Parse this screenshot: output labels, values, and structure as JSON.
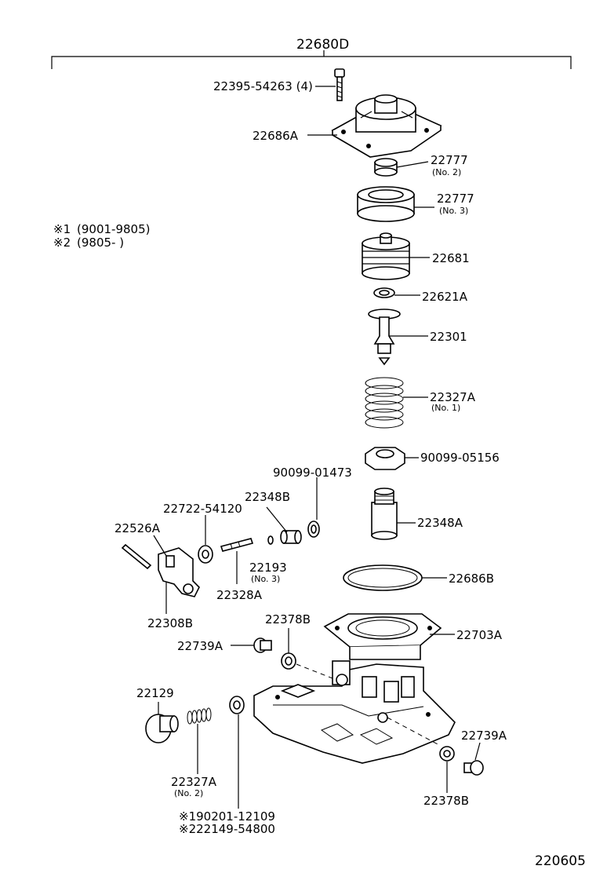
{
  "diagram": {
    "assembly_number": "22680D",
    "figure_number": "220605",
    "legend": [
      {
        "mark": "※1",
        "text": "(9001-9805)"
      },
      {
        "mark": "※2",
        "text": "(9805-       )"
      }
    ],
    "parts": [
      {
        "id": "p01",
        "number": "22395-54263 (4)",
        "note": ""
      },
      {
        "id": "p02",
        "number": "22686A",
        "note": ""
      },
      {
        "id": "p03",
        "number": "22777",
        "note": "(No. 2)"
      },
      {
        "id": "p04",
        "number": "22777",
        "note": "(No. 3)"
      },
      {
        "id": "p05",
        "number": "22681",
        "note": ""
      },
      {
        "id": "p06",
        "number": "22621A",
        "note": ""
      },
      {
        "id": "p07",
        "number": "22301",
        "note": ""
      },
      {
        "id": "p08",
        "number": "22327A",
        "note": "(No. 1)"
      },
      {
        "id": "p09",
        "number": "90099-05156",
        "note": ""
      },
      {
        "id": "p10",
        "number": "90099-01473",
        "note": ""
      },
      {
        "id": "p11",
        "number": "22348B",
        "note": ""
      },
      {
        "id": "p12",
        "number": "22722-54120",
        "note": ""
      },
      {
        "id": "p13",
        "number": "22526A",
        "note": ""
      },
      {
        "id": "p14",
        "number": "22348A",
        "note": ""
      },
      {
        "id": "p15",
        "number": "22193",
        "note": "(No. 3)"
      },
      {
        "id": "p16",
        "number": "22328A",
        "note": ""
      },
      {
        "id": "p17",
        "number": "22308B",
        "note": ""
      },
      {
        "id": "p18",
        "number": "22686B",
        "note": ""
      },
      {
        "id": "p19",
        "number": "22378B",
        "note": ""
      },
      {
        "id": "p20",
        "number": "22703A",
        "note": ""
      },
      {
        "id": "p21",
        "number": "22739A",
        "note": ""
      },
      {
        "id": "p22",
        "number": "22129",
        "note": ""
      },
      {
        "id": "p23",
        "number": "22739A",
        "note": ""
      },
      {
        "id": "p24",
        "number": "22327A",
        "note": "(No. 2)"
      },
      {
        "id": "p25",
        "number": "22378B",
        "note": ""
      },
      {
        "id": "p26",
        "number": "※190201-12109",
        "note": ""
      },
      {
        "id": "p27",
        "number": "※222149-54800",
        "note": ""
      }
    ]
  }
}
